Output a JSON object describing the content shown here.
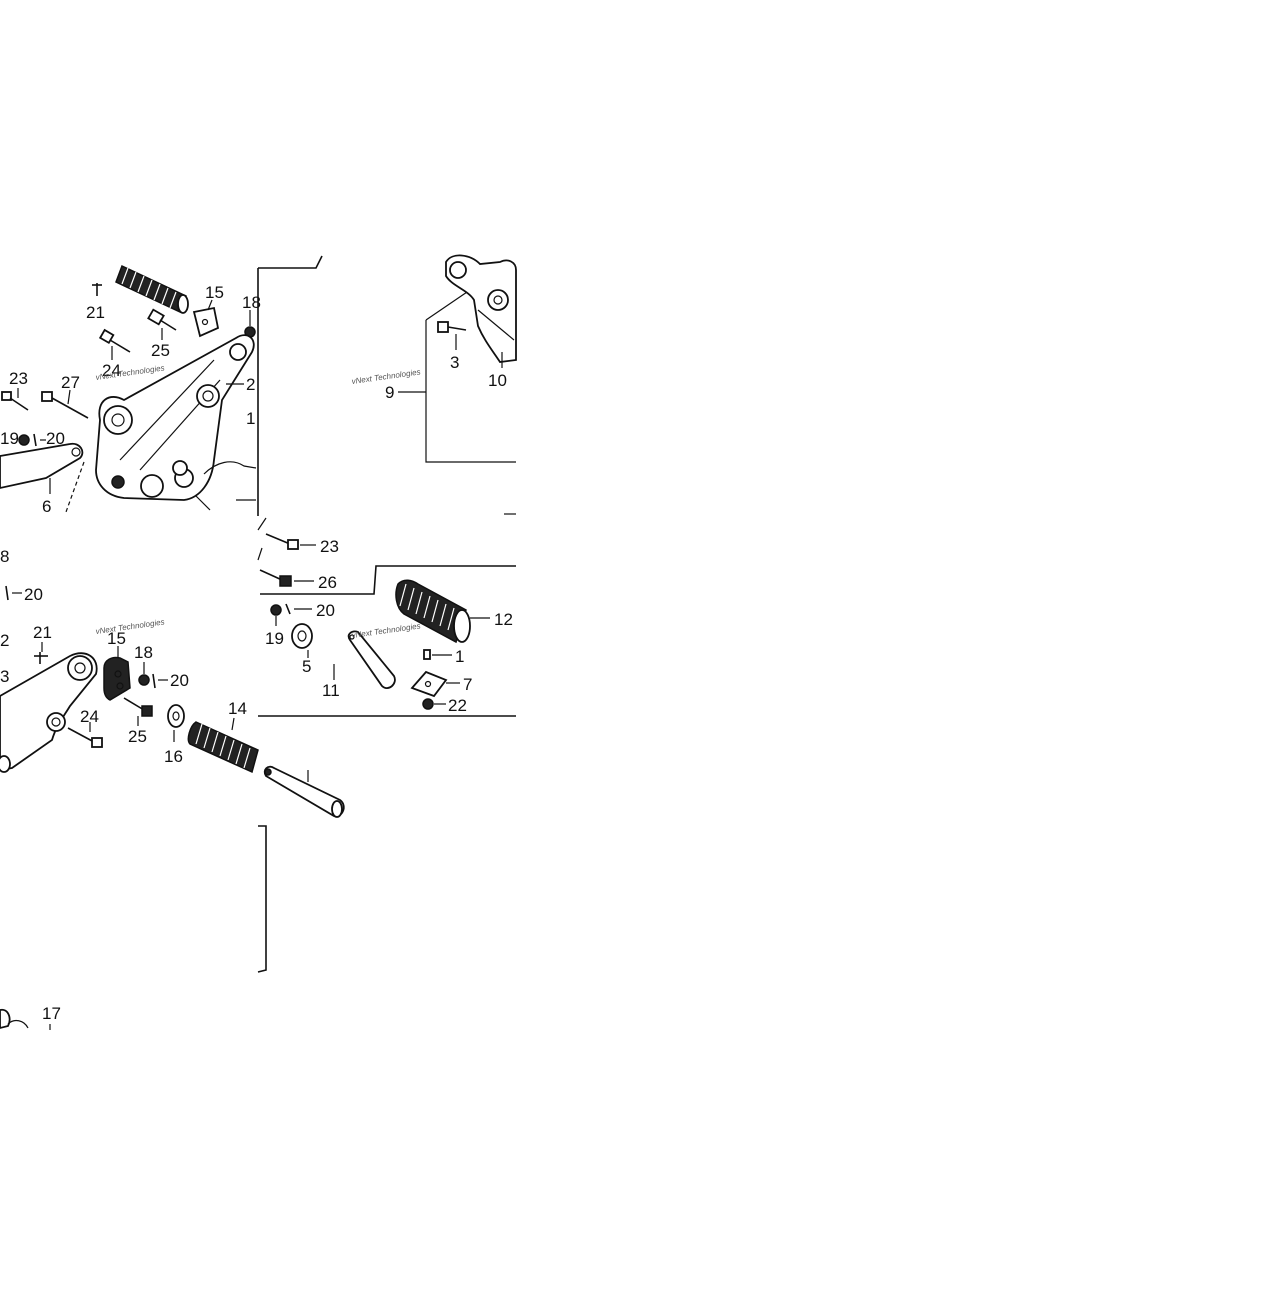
{
  "watermark": "vNext Technologies",
  "panels": {
    "upper_left": {
      "labels": {
        "p21": "21",
        "p15": "15",
        "p18": "18",
        "p25": "25",
        "p24": "24",
        "p23": "23",
        "p27": "27",
        "p2": "2",
        "p13": "1",
        "p19": "19",
        "p20": "20",
        "p6": "6"
      }
    },
    "upper_right": {
      "labels": {
        "p3": "3",
        "p10": "10",
        "p9": "9"
      }
    },
    "middle_right": {
      "labels": {
        "p23": "23",
        "p26": "26",
        "p20": "20",
        "p19": "19",
        "p5": "5",
        "p11": "11",
        "p12": "12",
        "p1": "1",
        "p7": "7",
        "p22": "22"
      }
    },
    "lower_left": {
      "labels": {
        "p8": "8",
        "p20a": "20",
        "p2": "2",
        "p21": "21",
        "p15": "15",
        "p18": "18",
        "p20b": "20",
        "p3": "3",
        "p24": "24",
        "p25": "25",
        "p16": "16",
        "p14": "14",
        "p17": "17"
      }
    }
  }
}
